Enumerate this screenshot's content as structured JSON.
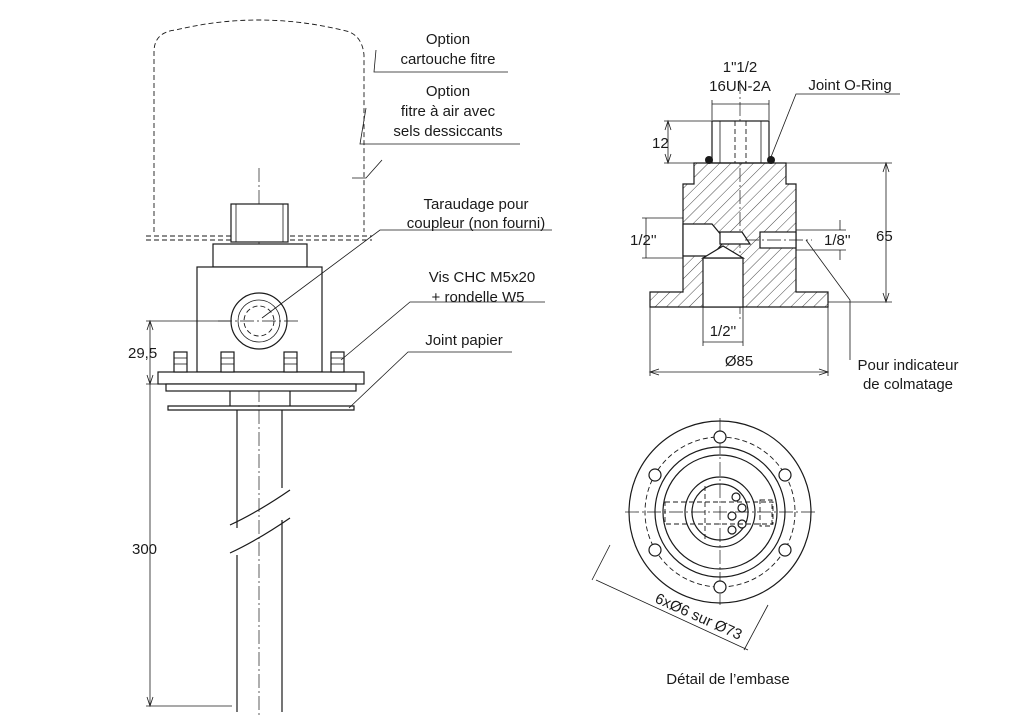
{
  "labels": {
    "option1_line1": "Option",
    "option1_line2": "cartouche fitre",
    "option2_line1": "Option",
    "option2_line2": "fitre à air avec",
    "option2_line3": "sels dessiccants",
    "tap_line1": "Taraudage pour",
    "tap_line2": "coupleur (non fourni)",
    "screw_line1": "Vis CHC M5x20",
    "screw_line2": "+ rondelle W5",
    "gasket": "Joint papier",
    "thread_line1": "1\"1/2",
    "thread_line2": "16UN-2A",
    "oring": "Joint O-Ring",
    "indicator_line1": "Pour indicateur",
    "indicator_line2": "de colmatage",
    "base_detail": "Détail de l’embase"
  },
  "dimensions": {
    "d_29_5": "29,5",
    "d_300": "300",
    "d_12": "12",
    "d_65": "65",
    "d_half_side": "1/2''",
    "d_eighth": "1/8''",
    "d_half_bottom": "1/2''",
    "d_85": "Ø85",
    "d_holes": "6xØ6 sur Ø73"
  },
  "colors": {
    "line": "#1a1a1a",
    "background": "#ffffff"
  }
}
